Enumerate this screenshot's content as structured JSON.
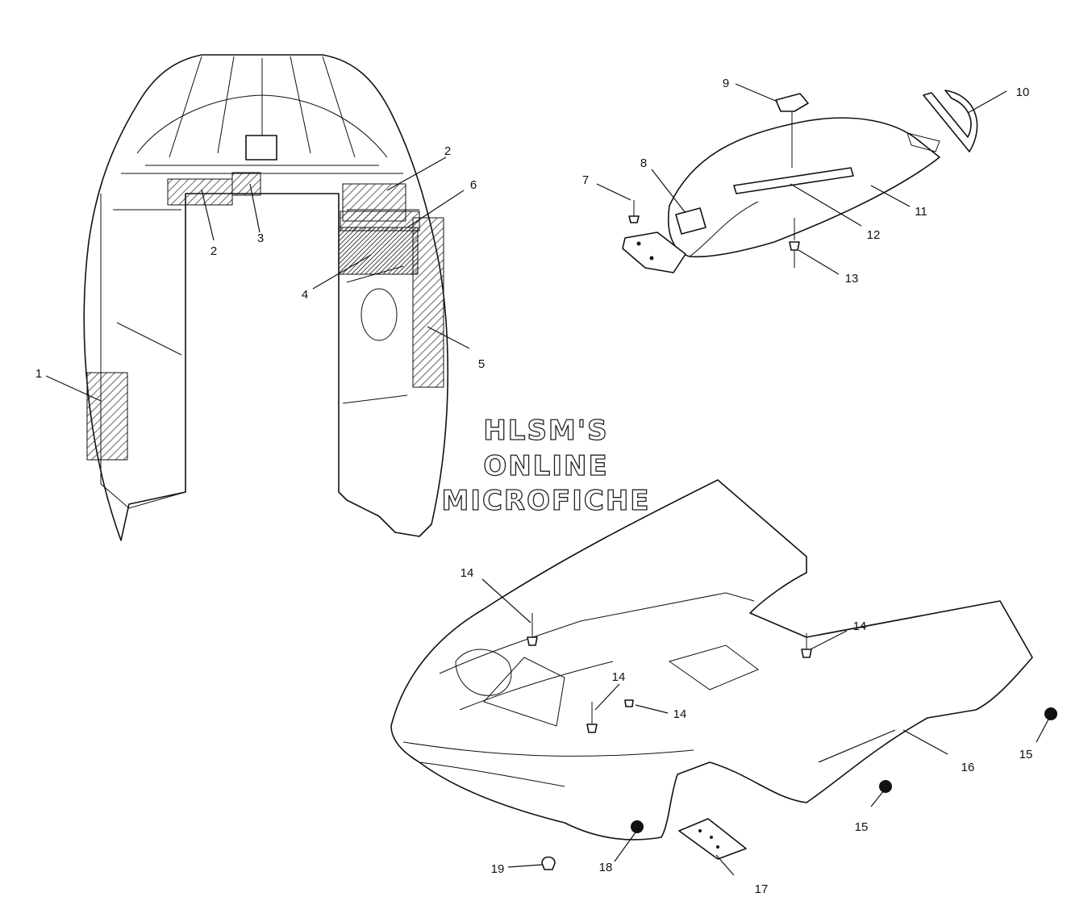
{
  "watermark": {
    "line1": "HLSM'S",
    "line2": "ONLINE",
    "line3": "MICROFICHE"
  },
  "callouts": {
    "c1": "1",
    "c2a": "2",
    "c2b": "2",
    "c3": "3",
    "c4": "4",
    "c5": "5",
    "c6": "6",
    "c7": "7",
    "c8": "8",
    "c9": "9",
    "c10": "10",
    "c11": "11",
    "c12": "12",
    "c13": "13",
    "c14a": "14",
    "c14b": "14",
    "c14c": "14",
    "c14d": "14",
    "c15a": "15",
    "c15b": "15",
    "c16": "16",
    "c17": "17",
    "c18": "18",
    "c19": "19"
  }
}
